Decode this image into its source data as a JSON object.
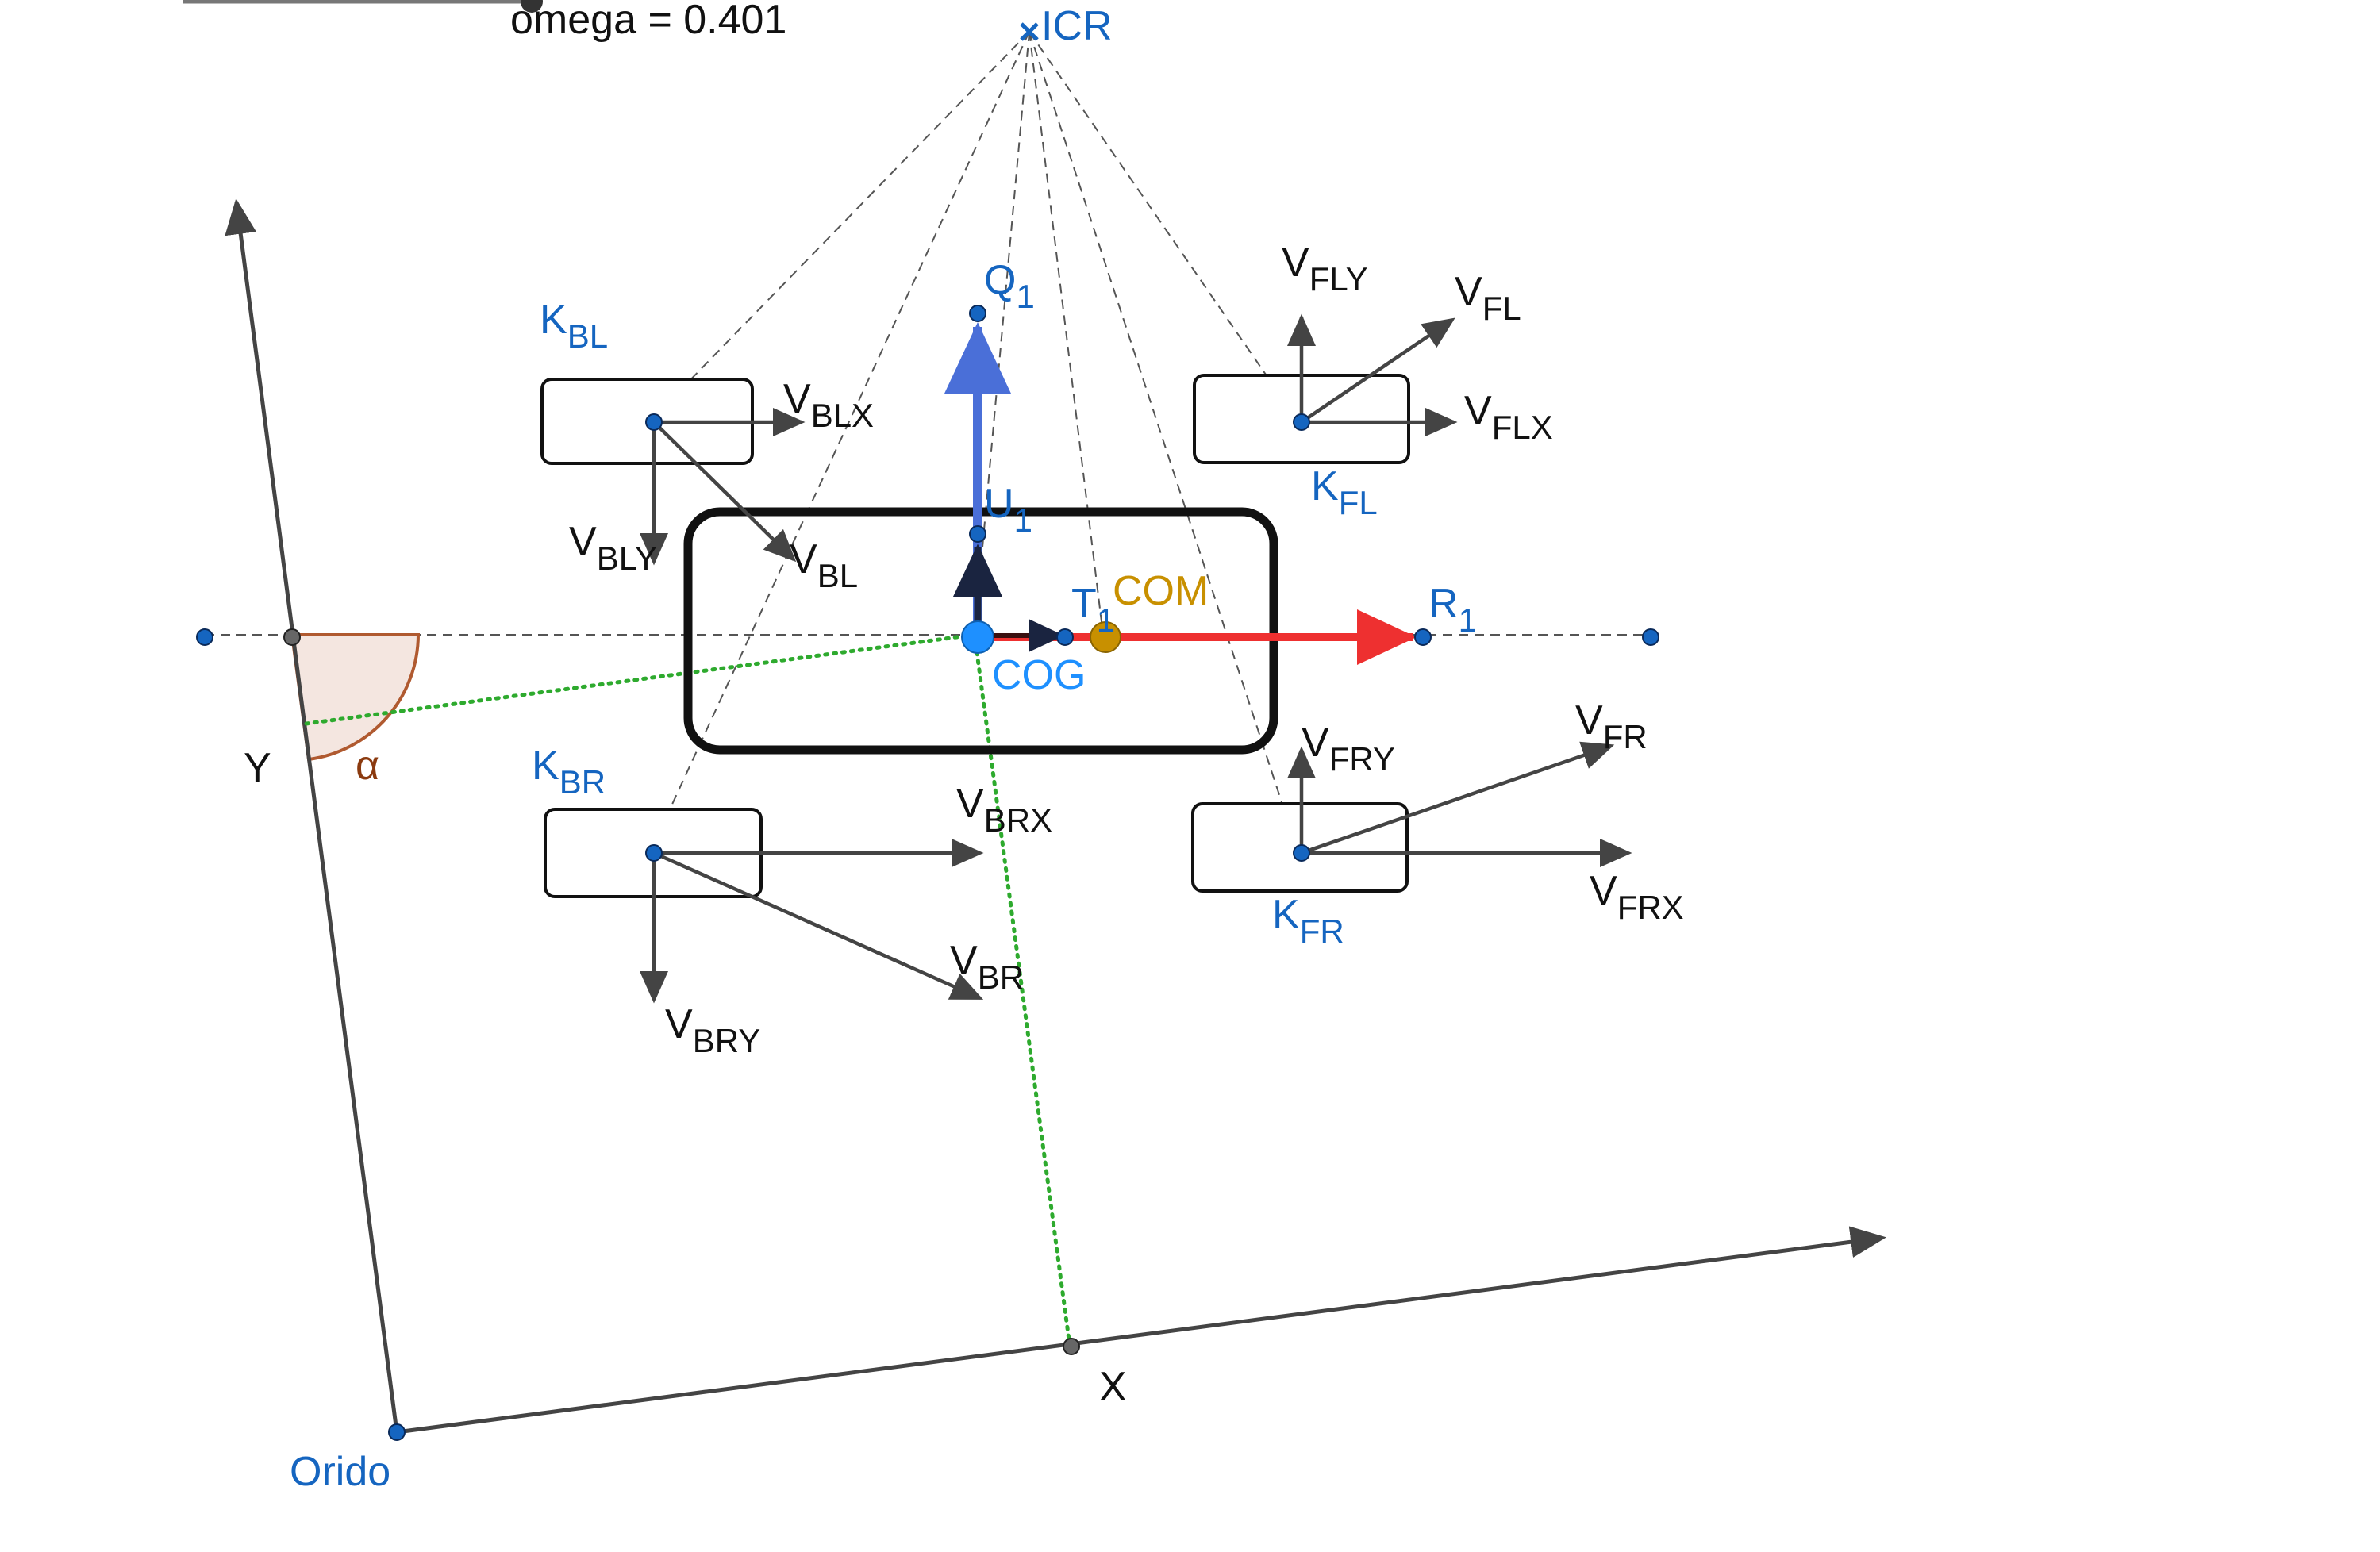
{
  "slider": {
    "label": "omega = 0.401"
  },
  "labels": {
    "icr": "ICR",
    "q1": "Q",
    "q1_sub": "1",
    "u1": "U",
    "u1_sub": "1",
    "t1": "T",
    "t1_sub": "1",
    "r1": "R",
    "r1_sub": "1",
    "com": "COM",
    "cog": "COG",
    "kbl": "K",
    "kbl_sub": "BL",
    "kfl": "K",
    "kfl_sub": "FL",
    "kbr": "K",
    "kbr_sub": "BR",
    "kfr": "K",
    "kfr_sub": "FR",
    "vblx": "V",
    "vblx_sub": "BLX",
    "vbly": "V",
    "vbly_sub": "BLY",
    "vbl": "V",
    "vbl_sub": "BL",
    "vfly": "V",
    "vfly_sub": "FLY",
    "vfl": "V",
    "vfl_sub": "FL",
    "vflx": "V",
    "vflx_sub": "FLX",
    "vbrx": "V",
    "vbrx_sub": "BRX",
    "vbry": "V",
    "vbry_sub": "BRY",
    "vbr": "V",
    "vbr_sub": "BR",
    "vfry": "V",
    "vfry_sub": "FRY",
    "vfr": "V",
    "vfr_sub": "FR",
    "vfrx": "V",
    "vfrx_sub": "FRX",
    "x_axis": "X",
    "y_axis": "Y",
    "alpha": "α",
    "origin": "Orido"
  },
  "colors": {
    "point_blue": "#1565c0",
    "cog": "#1e90ff",
    "com": "#c89000",
    "red_vector": "#ee3030",
    "blue_vector": "#4a6fd8",
    "green_guide": "#2eaa2e",
    "angle_fill": "#f4e6e0",
    "angle_stroke": "#b05a30"
  }
}
